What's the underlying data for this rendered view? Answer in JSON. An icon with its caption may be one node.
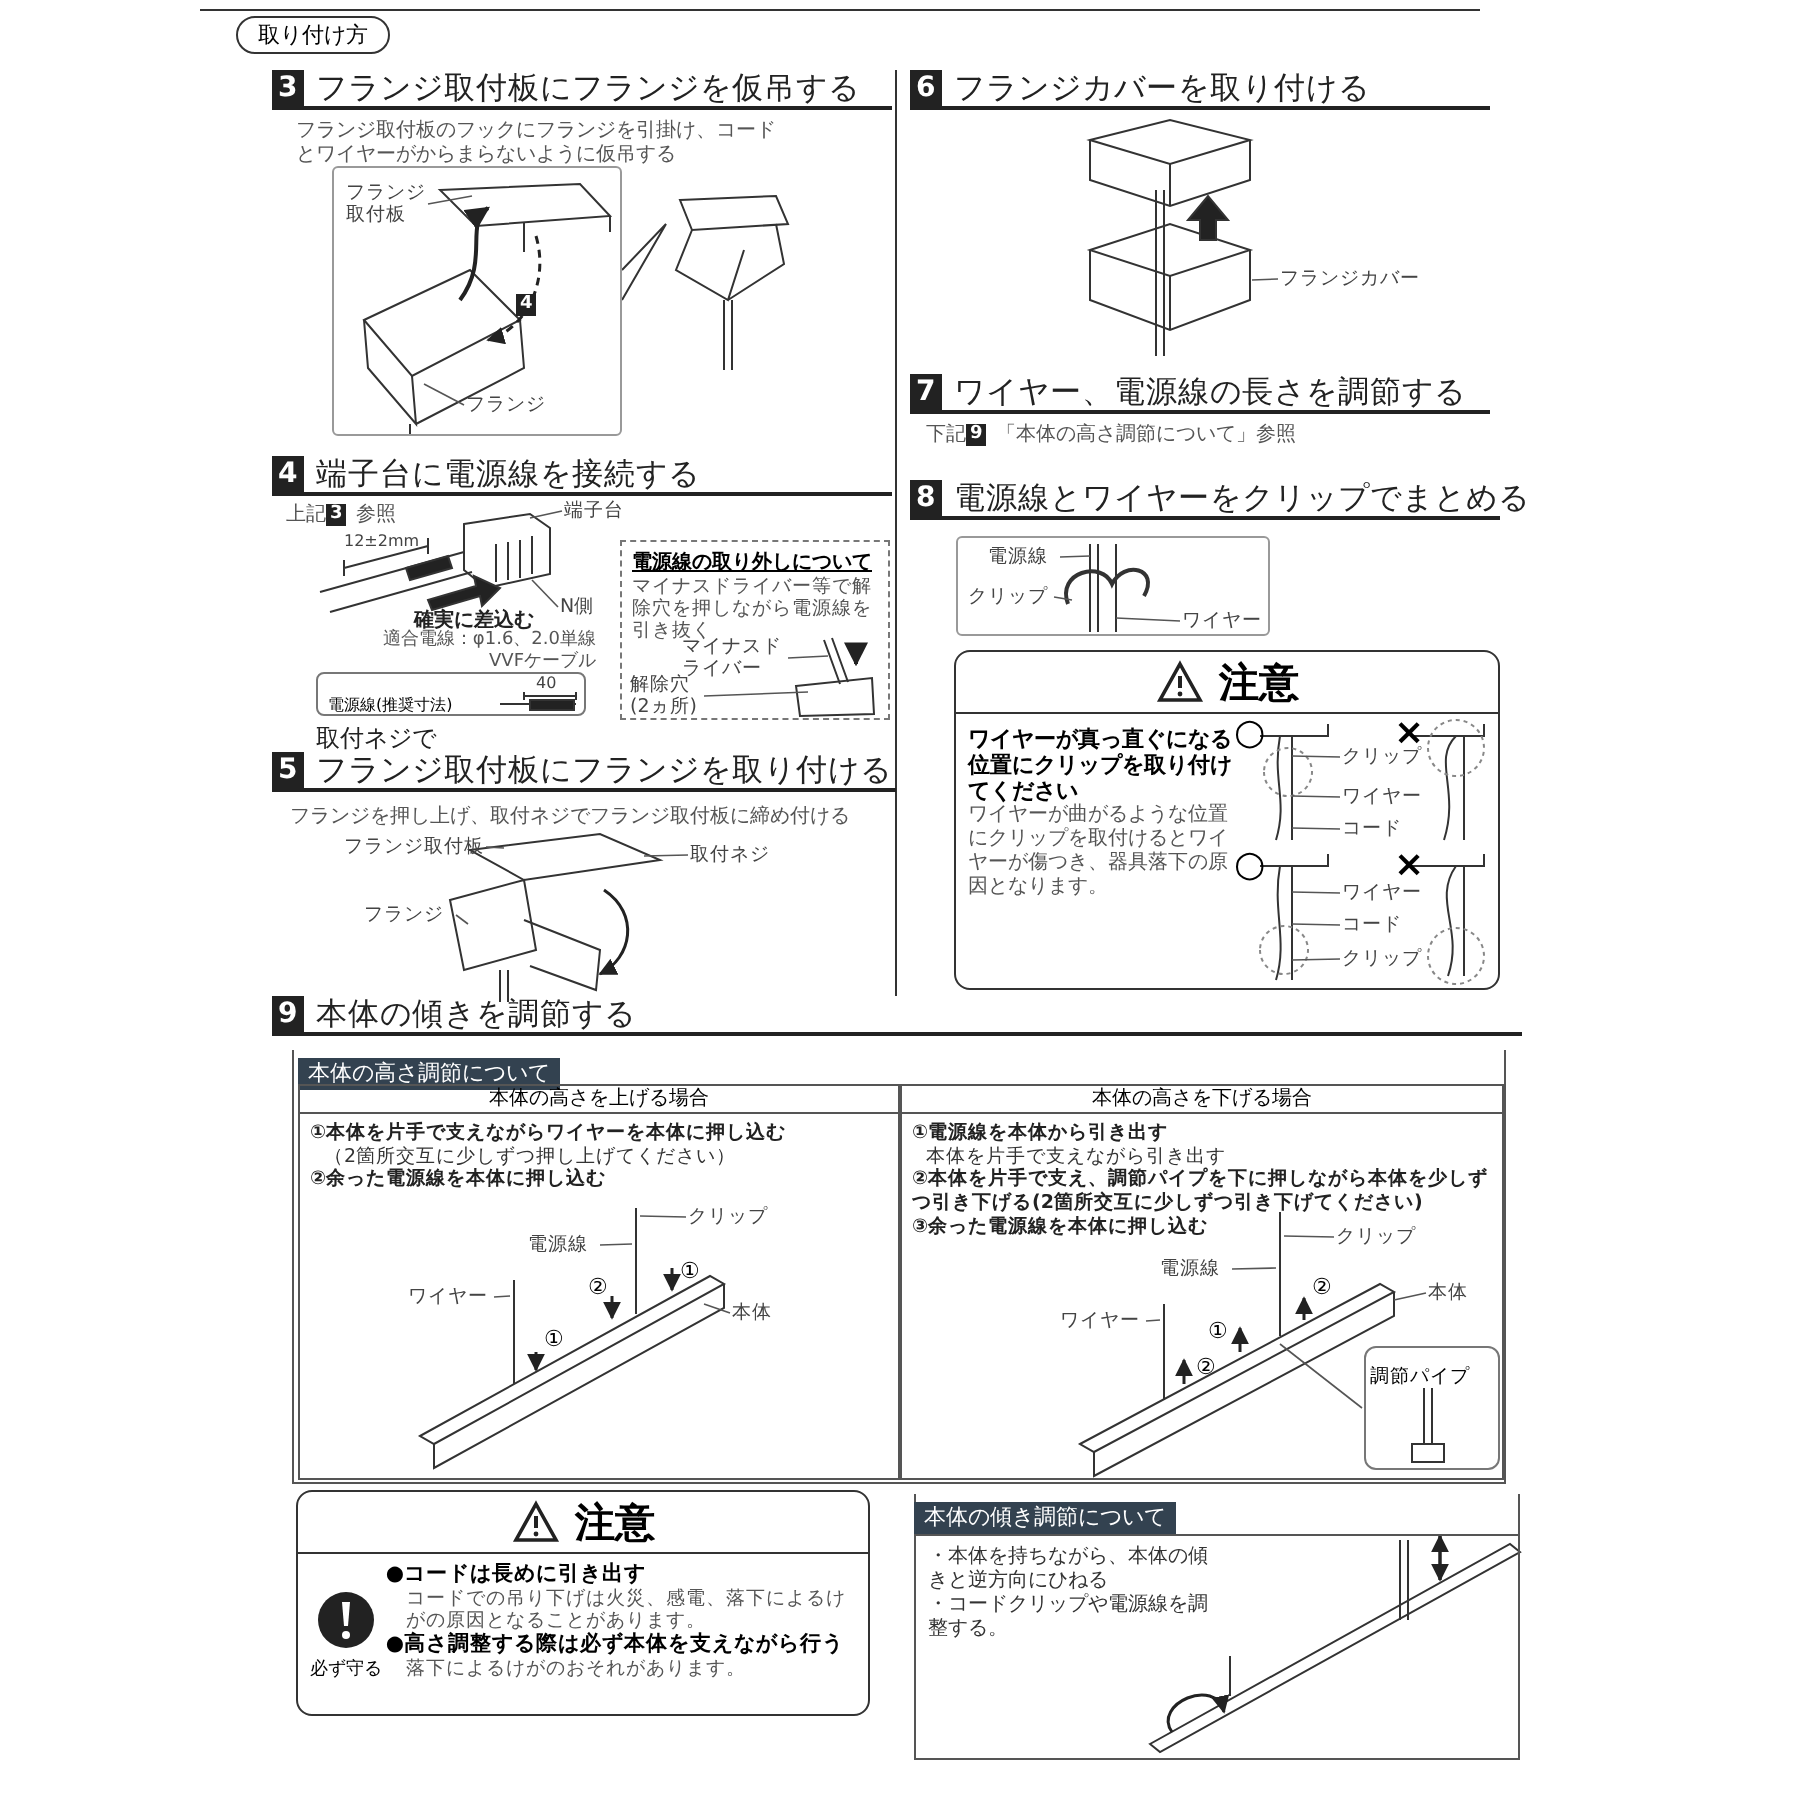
{
  "diagram": {
    "title": "取り付け方",
    "nodes": [
      {
        "text": [
          "3",
          "フランジ取付板にフランジを仮吊する"
        ]
      },
      {
        "text": [],
        "shape": "box"
      },
      {
        "text": [
          "フランジ取付板"
        ],
        "in": 1
      },
      {
        "text": [
          "フランジ"
        ],
        "in": 1
      },
      {
        "text": [
          "4",
          "端子台に電源線を接続する"
        ]
      },
      {
        "text": [
          "端子台"
        ]
      },
      {
        "text": [
          "N側"
        ]
      },
      {
        "text": [
          "電源線(推奨寸法)"
        ]
      },
      {
        "text": [
          "電源線の取り外しについて",
          "マイナスドライバー等で解除穴を押しながら電源線を引き抜く"
        ]
      },
      {
        "text": [
          "マイナスドライバー"
        ],
        "in": 8
      },
      {
        "text": [
          "解除穴(2ヵ所)"
        ],
        "in": 8
      },
      {
        "text": [
          "5",
          "取付ネジで",
          "フランジ取付板にフランジを取り付ける"
        ]
      },
      {
        "text": [
          "フランジ取付板"
        ]
      },
      {
        "text": [
          "取付ネジ"
        ]
      },
      {
        "text": [
          "フランジ"
        ]
      },
      {
        "text": [
          "6",
          "フランジカバーを取り付ける"
        ]
      },
      {
        "text": [
          "フランジカバー"
        ]
      },
      {
        "text": [
          "7",
          "ワイヤー、電源線の長さを調節する"
        ]
      },
      {
        "text": [
          "8",
          "電源線とワイヤーをクリップでまとめる"
        ]
      },
      {
        "text": [],
        "shape": "box"
      },
      {
        "text": [
          "電源線"
        ],
        "in": 19
      },
      {
        "text": [
          "クリップ"
        ],
        "in": 19
      },
      {
        "text": [
          "ワイヤー"
        ],
        "in": 19
      },
      {
        "text": [
          "注意",
          "ワイヤーが真っ直ぐになる位置にクリップを取り付けてください",
          "ワイヤーが曲がるような位置にクリップを取付けるとワイヤーが傷つき、器具落下の原因となります。"
        ]
      },
      {
        "text": [
          "クリップ"
        ],
        "in": 23
      },
      {
        "text": [
          "ワイヤー"
        ],
        "in": 23
      },
      {
        "text": [
          "コード"
        ],
        "in": 23
      },
      {
        "text": [
          "ワイヤー"
        ],
        "in": 23
      },
      {
        "text": [
          "コード"
        ],
        "in": 23
      },
      {
        "text": [
          "クリップ"
        ],
        "in": 23
      },
      {
        "text": [
          "9",
          "本体の傾きを調節する"
        ]
      },
      {
        "text": [
          "本体の高さ調節について"
        ]
      },
      {
        "text": [
          "本体の高さを上げる場合",
          "①本体を片手で支えながらワイヤーを本体に押し込む",
          "（2箇所交互に少しずつ押し上げてください）",
          "②余った電源線を本体に押し込む"
        ],
        "in": 31
      },
      {
        "text": [
          "電源線"
        ],
        "in": 32
      },
      {
        "text": [
          "クリップ"
        ],
        "in": 32
      },
      {
        "text": [
          "ワイヤー"
        ],
        "in": 32
      },
      {
        "text": [
          "本体"
        ],
        "in": 32
      },
      {
        "text": [
          "本体の高さを下げる場合",
          "①電源線を本体から引き出す",
          "本体を片手で支えながら引き出す",
          "②本体を片手で支え、調節パイプを下に押しながら本体を少しずつ引き下げる(2箇所交互に少しずつ引き下げてください)",
          "③余った電源線を本体に押し込む"
        ],
        "in": 31
      },
      {
        "text": [
          "電源線"
        ],
        "in": 37
      },
      {
        "text": [
          "クリップ"
        ],
        "in": 37
      },
      {
        "text": [
          "本体"
        ],
        "in": 37
      },
      {
        "text": [
          "ワイヤー"
        ],
        "in": 37
      },
      {
        "text": [
          "調節パイプ"
        ],
        "in": 37
      },
      {
        "text": [
          "注意",
          "必ず守る",
          "●コードは長めに引き出す",
          "コードでの吊り下げは火災、感電、落下によるけがの原因となることがあります。",
          "●高さ調整する際は必ず本体を支えながら行う",
          "落下によるけがのおそれがあります。"
        ]
      },
      {
        "text": [
          "本体の傾き調節について",
          "・本体を持ちながら、本体の傾きと逆方向にひねる",
          "・コードクリップや電源線を調整する。"
        ]
      },
      {
        "text": [],
        "shape": "picture"
      },
      {
        "text": [],
        "shape": "picture",
        "in": 37
      },
      {
        "text": [],
        "shape": "picture"
      },
      {
        "text": [],
        "shape": "picture",
        "in": 8
      }
    ],
    "edges": [
      {
        "from": 2,
        "to": null,
        "arrow": "none"
      },
      {
        "from": 3,
        "to": null,
        "arrow": "none"
      },
      {
        "from": 5,
        "to": 47,
        "arrow": "none"
      },
      {
        "from": 6,
        "to": 47,
        "arrow": "none"
      },
      {
        "from": 9,
        "to": 48,
        "arrow": "none"
      },
      {
        "from": 10,
        "to": 48,
        "arrow": "none"
      },
      {
        "from": 12,
        "to": null,
        "arrow": "none"
      },
      {
        "from": 13,
        "to": null,
        "arrow": "none"
      },
      {
        "from": 14,
        "to": null,
        "arrow": "none"
      },
      {
        "from": 16,
        "to": 45,
        "arrow": "none"
      },
      {
        "from": 20,
        "to": null,
        "arrow": "none"
      },
      {
        "from": 21,
        "to": null,
        "arrow": "none"
      },
      {
        "from": 22,
        "to": null,
        "arrow": "none"
      },
      {
        "from": 24,
        "to": null,
        "arrow": "none"
      },
      {
        "from": 25,
        "to": null,
        "arrow": "none"
      },
      {
        "from": 26,
        "to": null,
        "arrow": "none"
      },
      {
        "from": 27,
        "to": null,
        "arrow": "none"
      },
      {
        "from": 28,
        "to": null,
        "arrow": "none"
      },
      {
        "from": 29,
        "to": null,
        "arrow": "none"
      },
      {
        "from": 33,
        "to": null,
        "arrow": "none"
      },
      {
        "from": 34,
        "to": null,
        "arrow": "none"
      },
      {
        "from": 35,
        "to": null,
        "arrow": "none"
      },
      {
        "from": 36,
        "to": null,
        "arrow": "none"
      },
      {
        "from": 38,
        "to": 46,
        "arrow": "none"
      },
      {
        "from": 39,
        "to": 46,
        "arrow": "none"
      },
      {
        "from": 40,
        "to": 46,
        "arrow": "none"
      },
      {
        "from": 41,
        "to": 46,
        "arrow": "none"
      },
      {
        "from": 42,
        "to": 46,
        "arrow": "none"
      }
    ],
    "labels": [
      "フランジ取付板のフックにフランジを引掛け、コードとワイヤーがからまらないように仮吊する",
      "4",
      "上記",
      "3",
      "参照",
      "12±2mm",
      "確実に差込む",
      "適合電線：φ1.6、2.0単線VVFケーブル",
      "40",
      "フランジを押し上げ、取付ネジでフランジ取付板に締め付ける",
      "下記",
      "9",
      "「本体の高さ調節について」参照",
      "○",
      "×",
      "○",
      "×",
      "①",
      "②",
      "①",
      "②",
      "①",
      "②"
    ]
  }
}
